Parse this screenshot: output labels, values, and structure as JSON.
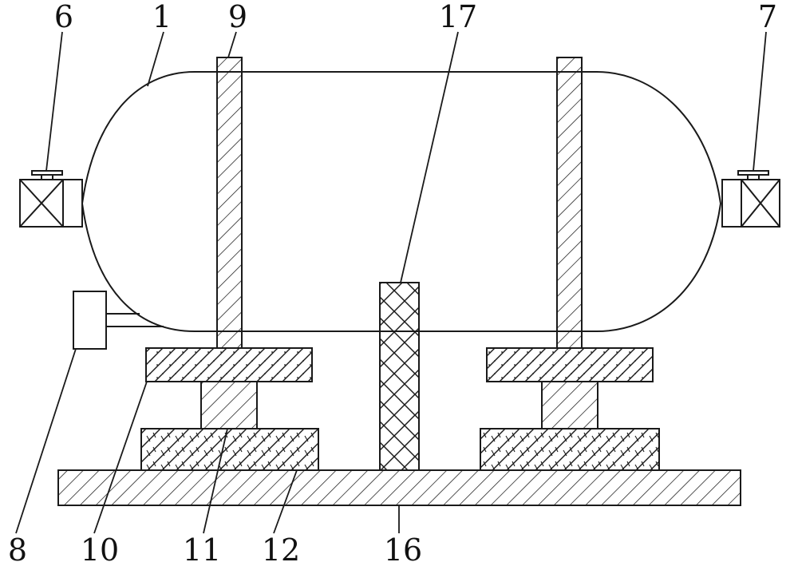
{
  "labels": {
    "l1": "1",
    "l6": "6",
    "l7": "7",
    "l8": "8",
    "l9": "9",
    "l10": "10",
    "l11": "11",
    "l12": "12",
    "l16": "16",
    "l17": "17"
  },
  "colors": {
    "stroke": "#1a1a1a",
    "background": "#ffffff"
  }
}
